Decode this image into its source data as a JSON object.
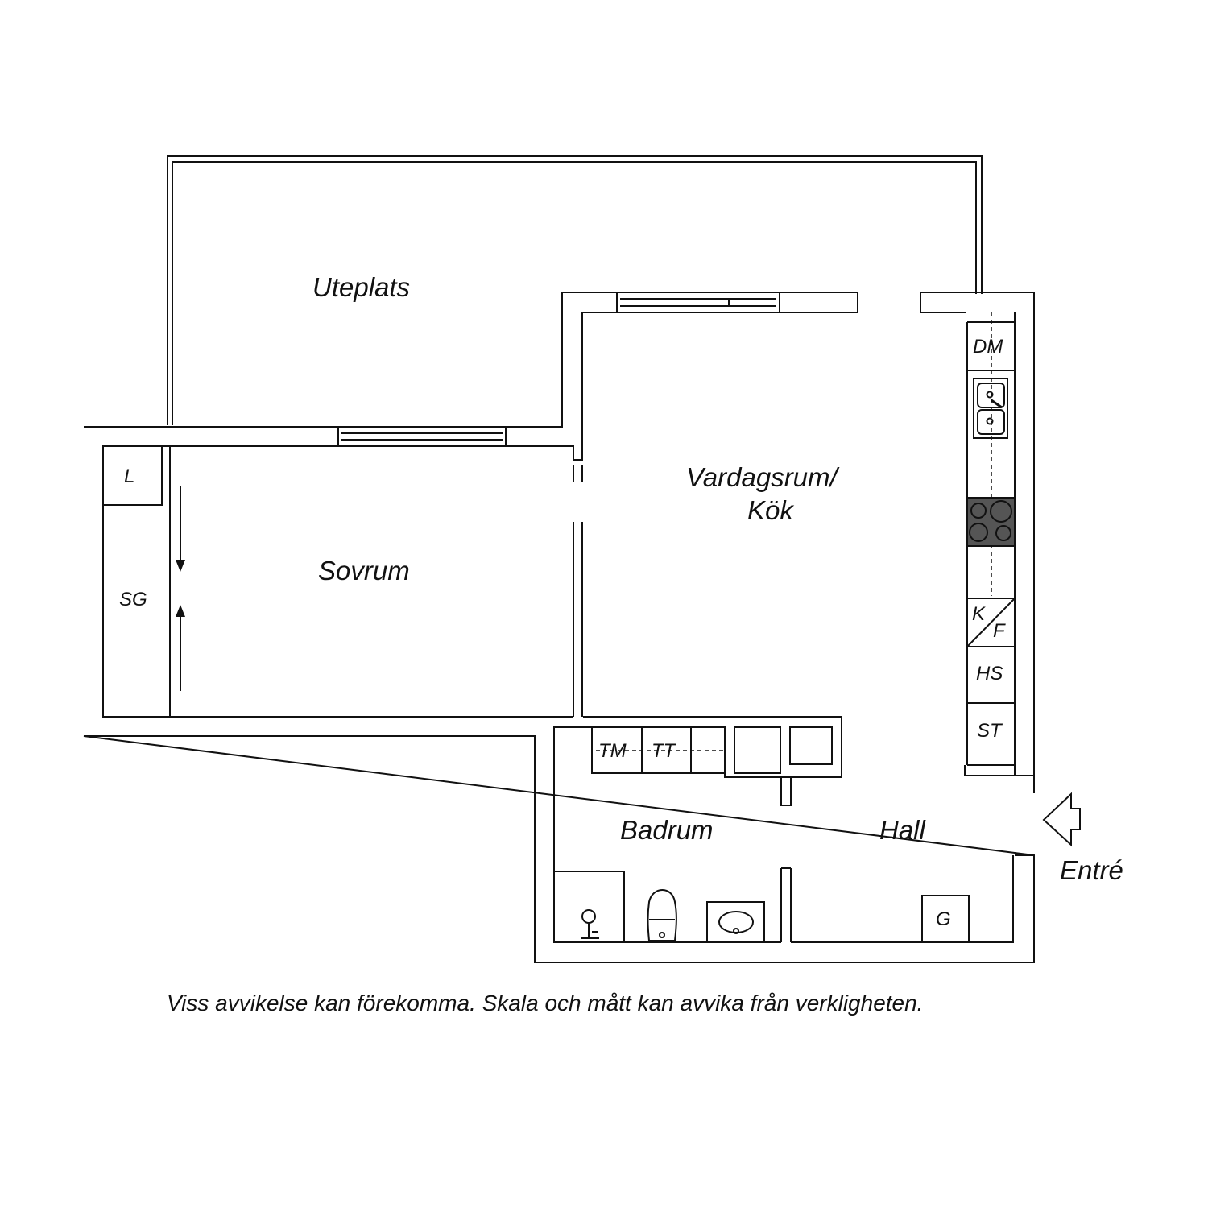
{
  "rooms": {
    "patio": "Uteplats",
    "living_kitchen_line1": "Vardagsrum/",
    "living_kitchen_line2": "Kök",
    "bedroom": "Sovrum",
    "bathroom": "Badrum",
    "hall": "Hall"
  },
  "fixtures": {
    "linen": "L",
    "wardrobe": "SG",
    "dishwasher": "DM",
    "fridge_k": "K",
    "freezer_f": "F",
    "tall_cabinet": "HS",
    "broom_closet": "ST",
    "washing_machine": "TM",
    "tumble_dryer": "TT",
    "hall_wardrobe": "G"
  },
  "entrance": "Entré",
  "disclaimer": "Viss avvikelse kan förekomma. Skala och mått kan avvika från verkligheten.",
  "colors": {
    "wall": "#ffffff",
    "line": "#111111",
    "stove": "#555555"
  }
}
